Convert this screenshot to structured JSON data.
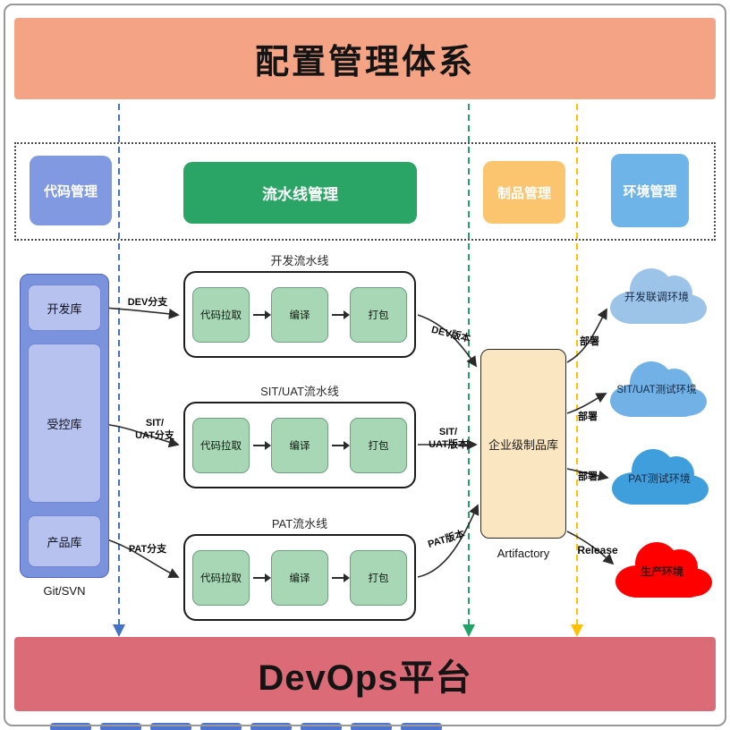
{
  "header": {
    "title": "配置管理体系"
  },
  "lanes": {
    "code": "代码管理",
    "pipeline": "流水线管理",
    "artifact": "制品管理",
    "environment": "环境管理"
  },
  "source_control": {
    "group_label": "Git/SVN",
    "repos": [
      "开发库",
      "受控库",
      "产品库"
    ]
  },
  "pipelines": [
    {
      "title": "开发流水线",
      "steps": [
        "代码拉取",
        "编译",
        "打包"
      ],
      "branch_label": "DEV分支",
      "version_label": "DEV版本"
    },
    {
      "title": "SIT/UAT流水线",
      "steps": [
        "代码拉取",
        "编译",
        "打包"
      ],
      "branch_label": "SIT/\nUAT分支",
      "version_label": "SIT/\nUAT版本"
    },
    {
      "title": "PAT流水线",
      "steps": [
        "代码拉取",
        "编译",
        "打包"
      ],
      "branch_label": "PAT分支",
      "version_label": "PAT版本"
    }
  ],
  "artifact_repo": {
    "label": "企业级制品库",
    "caption": "Artifactory"
  },
  "deploy_labels": [
    "部署",
    "部署",
    "部署",
    "Release"
  ],
  "environments": [
    "开发联调环境",
    "SIT/UAT测试环境",
    "PAT测试环境",
    "生产环境"
  ],
  "footer": {
    "title": "DevOps平台"
  },
  "colors": {
    "header_bg": "#F4A385",
    "footer_bg": "#DB6C77",
    "lane_code": "#8199E0",
    "lane_pipeline": "#2BA566",
    "lane_artifact": "#FBC56F",
    "lane_environment": "#6FB4E8",
    "repo_outer": "#7B92DD",
    "repo_inner": "#B7C3EE",
    "step_box": "#A7D7B4",
    "artifact_box": "#FBE6C2",
    "cloud_dev": "#9CC3E8",
    "cloud_sit_uat": "#72B1E6",
    "cloud_pat": "#3F9FDC",
    "cloud_prod": "#FE0000",
    "dash_code": "#4472C4",
    "dash_pipeline": "#21A366",
    "dash_environment": "#FFC000",
    "connector": "#2B2B2B"
  }
}
